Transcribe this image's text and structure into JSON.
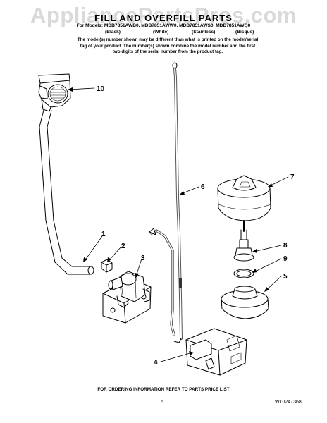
{
  "watermark": "AppliancePartsPros.com",
  "header": {
    "title": "FILL AND OVERFILL PARTS",
    "models_line": "For Models: MDB7851AWB0, MDB7851AWW0, MDB7851AWS0, MDB7851AWQ0",
    "variants": [
      "(Black)",
      "(White)",
      "(Stainless)",
      "(Bisque)"
    ],
    "note": "The model(s) number shown may be different than what is printed on the model/serial tag of your product. The number(s) shown combine the model number and the first two digits of the serial number from the product tag."
  },
  "callouts": [
    "10",
    "6",
    "7",
    "1",
    "2",
    "3",
    "8",
    "9",
    "5",
    "4"
  ],
  "footer": {
    "ordering_info": "FOR ORDERING INFORMATION REFER TO PARTS PRICE LIST",
    "page_number": "6",
    "part_number": "W10247368"
  }
}
